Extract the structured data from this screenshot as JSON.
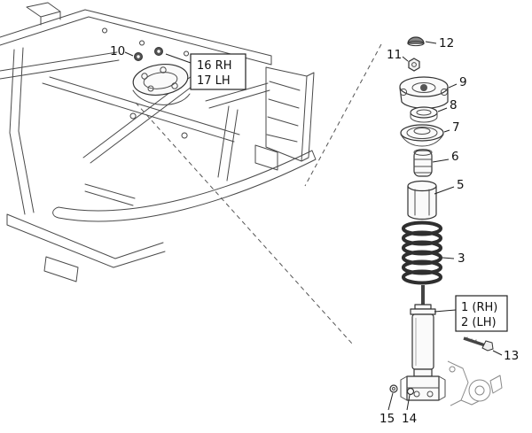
{
  "page": {
    "background": "#ffffff",
    "line_color": "#4a4a4a",
    "spring_color": "#2f2f2f",
    "text_color": "#111111"
  },
  "diagram": {
    "callouts": {
      "c10": "10",
      "c12": "12",
      "c11": "11",
      "c9": "9",
      "c8": "8",
      "c7": "7",
      "c6": "6",
      "c5": "5",
      "c3": "3",
      "c13": "13",
      "c15": "15",
      "c14": "14"
    },
    "plate_box": {
      "line1": "16 RH",
      "line2": "17 LH"
    },
    "shock_box": {
      "line1": "1 (RH)",
      "line2": "2 (LH)"
    }
  }
}
